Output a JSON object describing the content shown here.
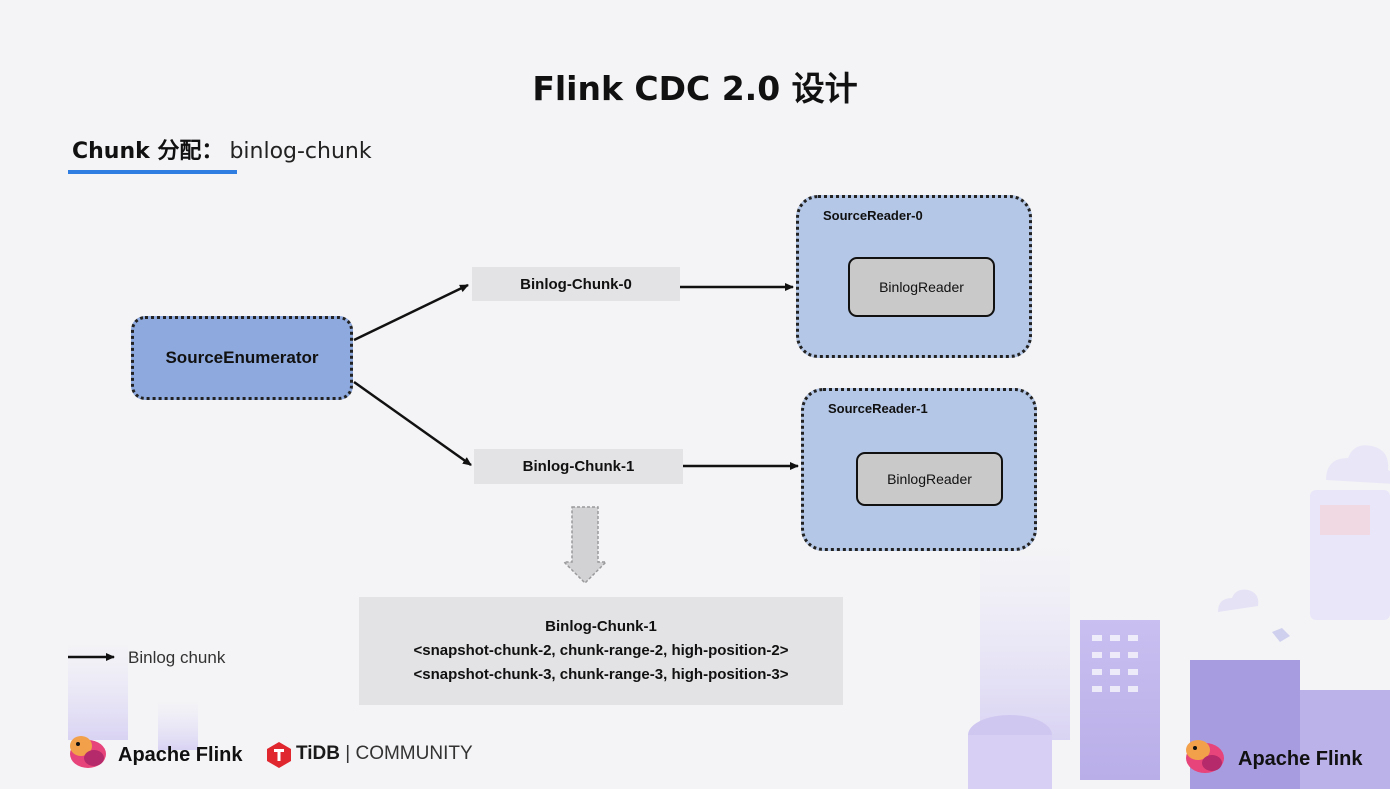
{
  "title": "Flink CDC 2.0 设计",
  "subtitle": {
    "bold": "Chunk 分配：",
    "rest": "binlog-chunk"
  },
  "diagram": {
    "enumerator": "SourceEnumerator",
    "chunks": [
      "Binlog-Chunk-0",
      "Binlog-Chunk-1"
    ],
    "readers": [
      {
        "label": "SourceReader-0",
        "inner": "BinlogReader"
      },
      {
        "label": "SourceReader-1",
        "inner": "BinlogReader"
      }
    ],
    "detail": {
      "heading": "Binlog-Chunk-1",
      "lines": [
        "<snapshot-chunk-2, chunk-range-2, high-position-2>",
        "<snapshot-chunk-3, chunk-range-3, high-position-3>"
      ]
    }
  },
  "legend": {
    "label": "Binlog chunk"
  },
  "footer": {
    "brand_left": "Apache Flink",
    "tidb_name": "TiDB",
    "tidb_rest": " | COMMUNITY",
    "brand_right": "Apache Flink"
  },
  "colors": {
    "enumerator_fill": "#8ea9dd",
    "reader_fill": "#b4c7e7",
    "inner_fill": "#c9c9c9",
    "chunk_fill": "#e3e3e5",
    "accent": "#2f7de1",
    "tidb_red": "#e0262f"
  }
}
